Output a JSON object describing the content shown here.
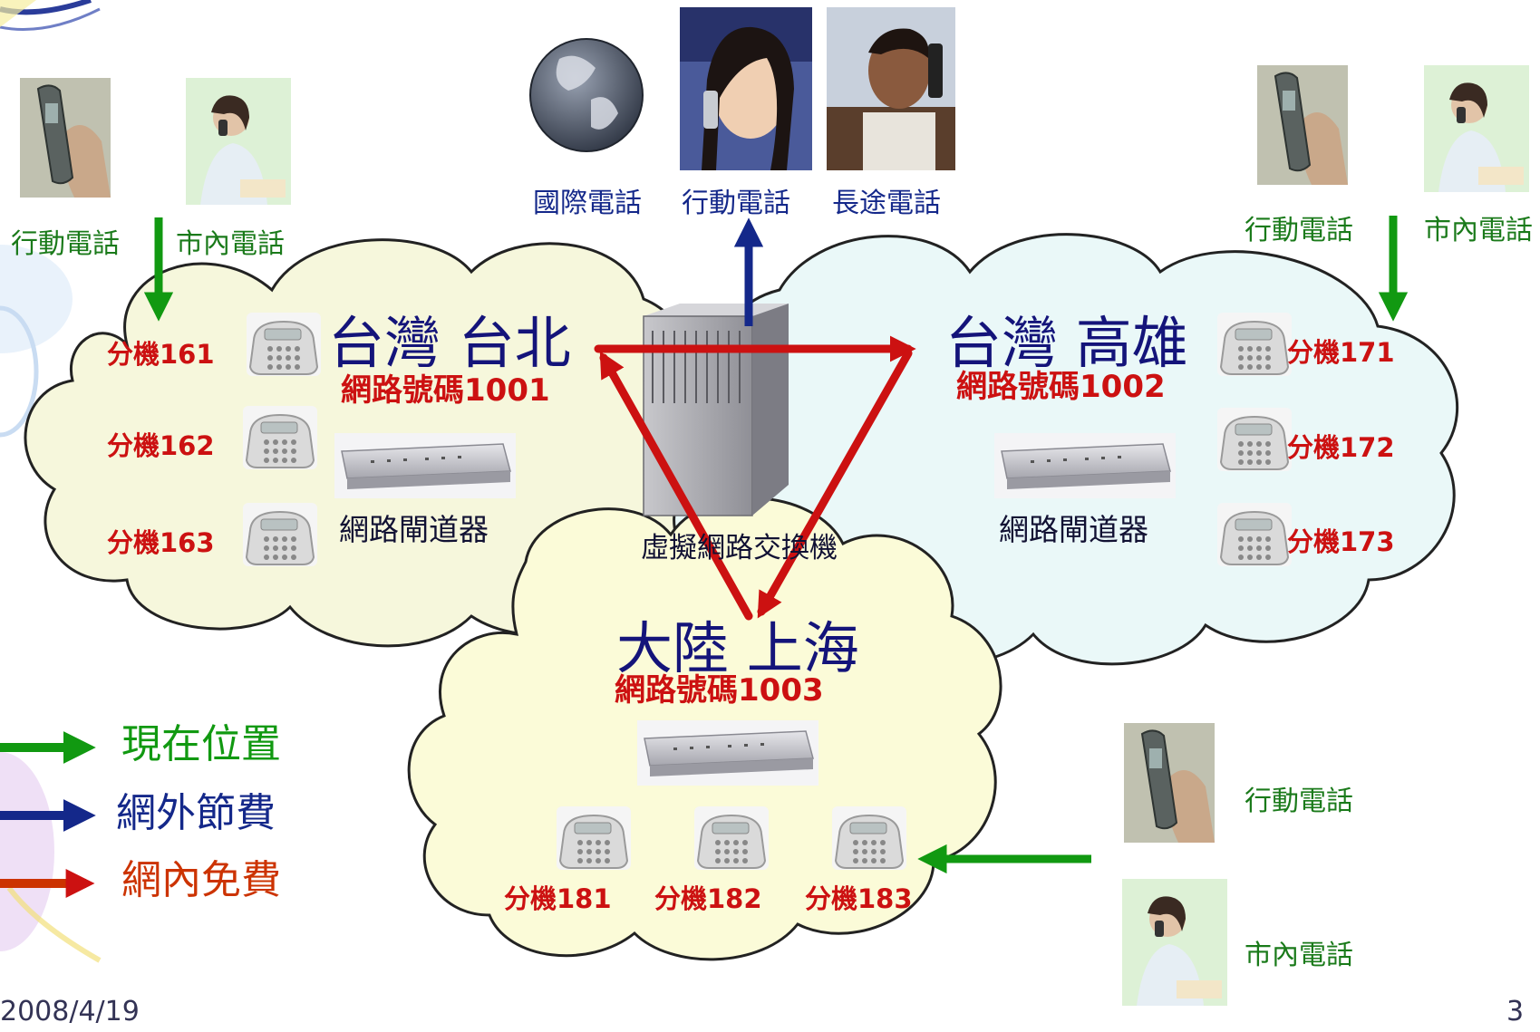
{
  "top_photos": {
    "international": "國際電話",
    "mobile": "行動電話",
    "long_distance": "長途電話"
  },
  "left_photos": {
    "mobile": "行動電話",
    "local": "市內電話"
  },
  "right_photos": {
    "mobile": "行動電話",
    "local": "市內電話"
  },
  "bottom_right_photos": {
    "mobile": "行動電話",
    "local": "市內電話"
  },
  "sites": {
    "taipei": {
      "city": "台灣 台北",
      "network_number": "網路號碼1001",
      "gateway": "網路閘道器",
      "extensions": [
        "分機161",
        "分機162",
        "分機163"
      ]
    },
    "kaohsiung": {
      "city": "台灣 高雄",
      "network_number": "網路號碼1002",
      "gateway": "網路閘道器",
      "extensions": [
        "分機171",
        "分機172",
        "分機173"
      ]
    },
    "shanghai": {
      "city": "大陸 上海",
      "network_number": "網路號碼1003",
      "extensions": [
        "分機181",
        "分機182",
        "分機183"
      ]
    }
  },
  "switch_label": "虛擬網路交換機",
  "legend": [
    {
      "label": "現在位置",
      "color": "#119911"
    },
    {
      "label": "網外節費",
      "color": "#14288a"
    },
    {
      "label": "網內免費",
      "color": "#cc3300"
    }
  ],
  "footer": {
    "date": "2008/4/19",
    "page": "3"
  },
  "colors": {
    "cloud_taipei": "#f6f7dc",
    "cloud_kaohsiung": "#eaf8f8",
    "cloud_shanghai": "#fbfbd8",
    "free_arrow": "#cc1111",
    "external_arrow": "#14288a",
    "current_arrow": "#119911"
  }
}
